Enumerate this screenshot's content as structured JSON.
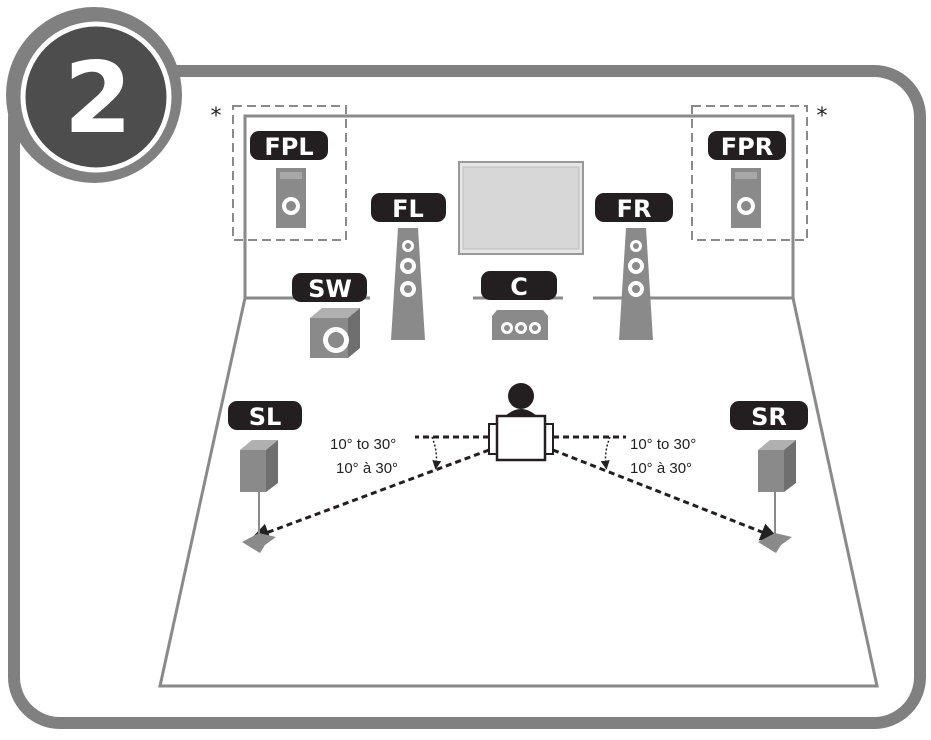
{
  "step": {
    "number": "2"
  },
  "footnote_marker": "*",
  "colors": {
    "frame": "#808080",
    "room_line": "#8a8a8a",
    "label_bg": "#231f20",
    "speaker": "#8a8a8a",
    "tv_screen": "#e6e6e6"
  },
  "speakers": {
    "fpl": {
      "label": "FPL"
    },
    "fpr": {
      "label": "FPR"
    },
    "fl": {
      "label": "FL"
    },
    "fr": {
      "label": "FR"
    },
    "c": {
      "label": "C"
    },
    "sw": {
      "label": "SW"
    },
    "sl": {
      "label": "SL"
    },
    "sr": {
      "label": "SR"
    }
  },
  "angles": {
    "left": {
      "en": "10° to 30°",
      "fr": "10° à 30°"
    },
    "right": {
      "en": "10° to 30°",
      "fr": "10° à 30°"
    }
  }
}
